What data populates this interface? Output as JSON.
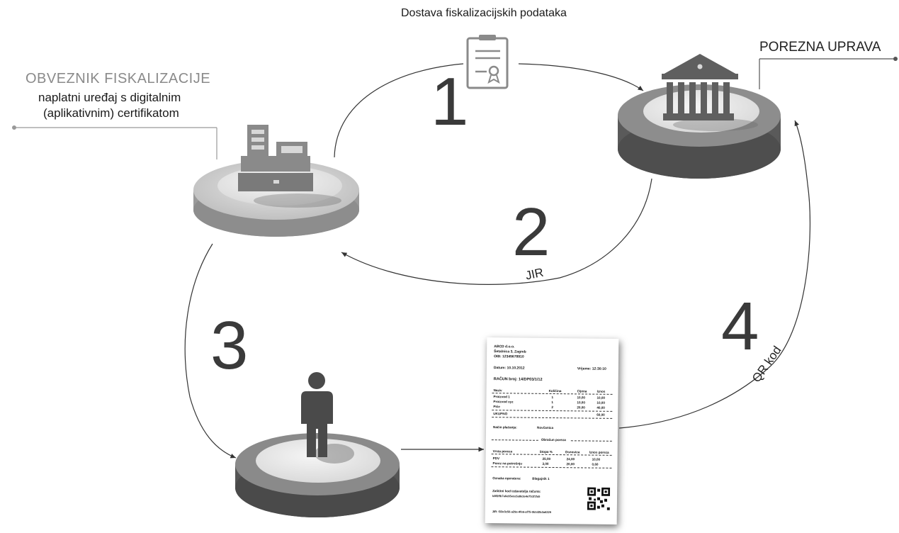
{
  "top_label": "Dostava fiskalizacijskih podataka",
  "tax_authority": {
    "title": "POREZNA UPRAVA"
  },
  "taxpayer": {
    "title": "OBVEZNIK FISKALIZACIJE",
    "line1": "naplatni uređaj s digitalnim",
    "line2": "(aplikativnim) certifikatom"
  },
  "steps": {
    "n1": "1",
    "n2": "2",
    "n3": "3",
    "n4": "4",
    "jir": "JIR",
    "qr": "QR kod"
  },
  "receipt": {
    "company": "ABCD d.o.o.",
    "address": "Šetalnica 3, Zagreb",
    "oib": "OIB: 12345678910",
    "date": "Datum: 10.10.2012",
    "time": "Vrijeme: 12:30:10",
    "number": "RAČUN broj: 14/DP03/1/12",
    "table_headers": [
      "Naziv",
      "Količina",
      "Cijena",
      "Iznos"
    ],
    "items": [
      [
        "Proizvod 1",
        "1",
        "10,00",
        "10,00"
      ],
      [
        "Proizvod xyz",
        "1",
        "10,00",
        "10,00"
      ],
      [
        "Piće",
        "2",
        "20,00",
        "40,00"
      ]
    ],
    "total_label": "UKUPNO",
    "total_value": "60,00",
    "payment_label": "Način plaćanja:",
    "payment_value": "Novčanica",
    "tax_section": "Obračun poreza",
    "tax_headers": [
      "Vrsta poreza",
      "Stopa %",
      "Osnovica",
      "Iznos poreza"
    ],
    "tax_rows": [
      [
        "PDV",
        "25,00",
        "24,00",
        "10,00"
      ],
      [
        "Porez na potrošnju",
        "3,00",
        "20,00",
        "0,60"
      ]
    ],
    "operator_label": "Oznaka operatera:",
    "operator_value": "Blagajnik 1",
    "zki_label": "Zaštitni kod izdavatelja računa:",
    "zki_value": "b8f3ffb7a6e95ece5a8e3e4e7b1f1fa5",
    "jir_value": "JIR: f33e3c56-a29e-4fe6-af75-0b1d2b3a6229"
  }
}
